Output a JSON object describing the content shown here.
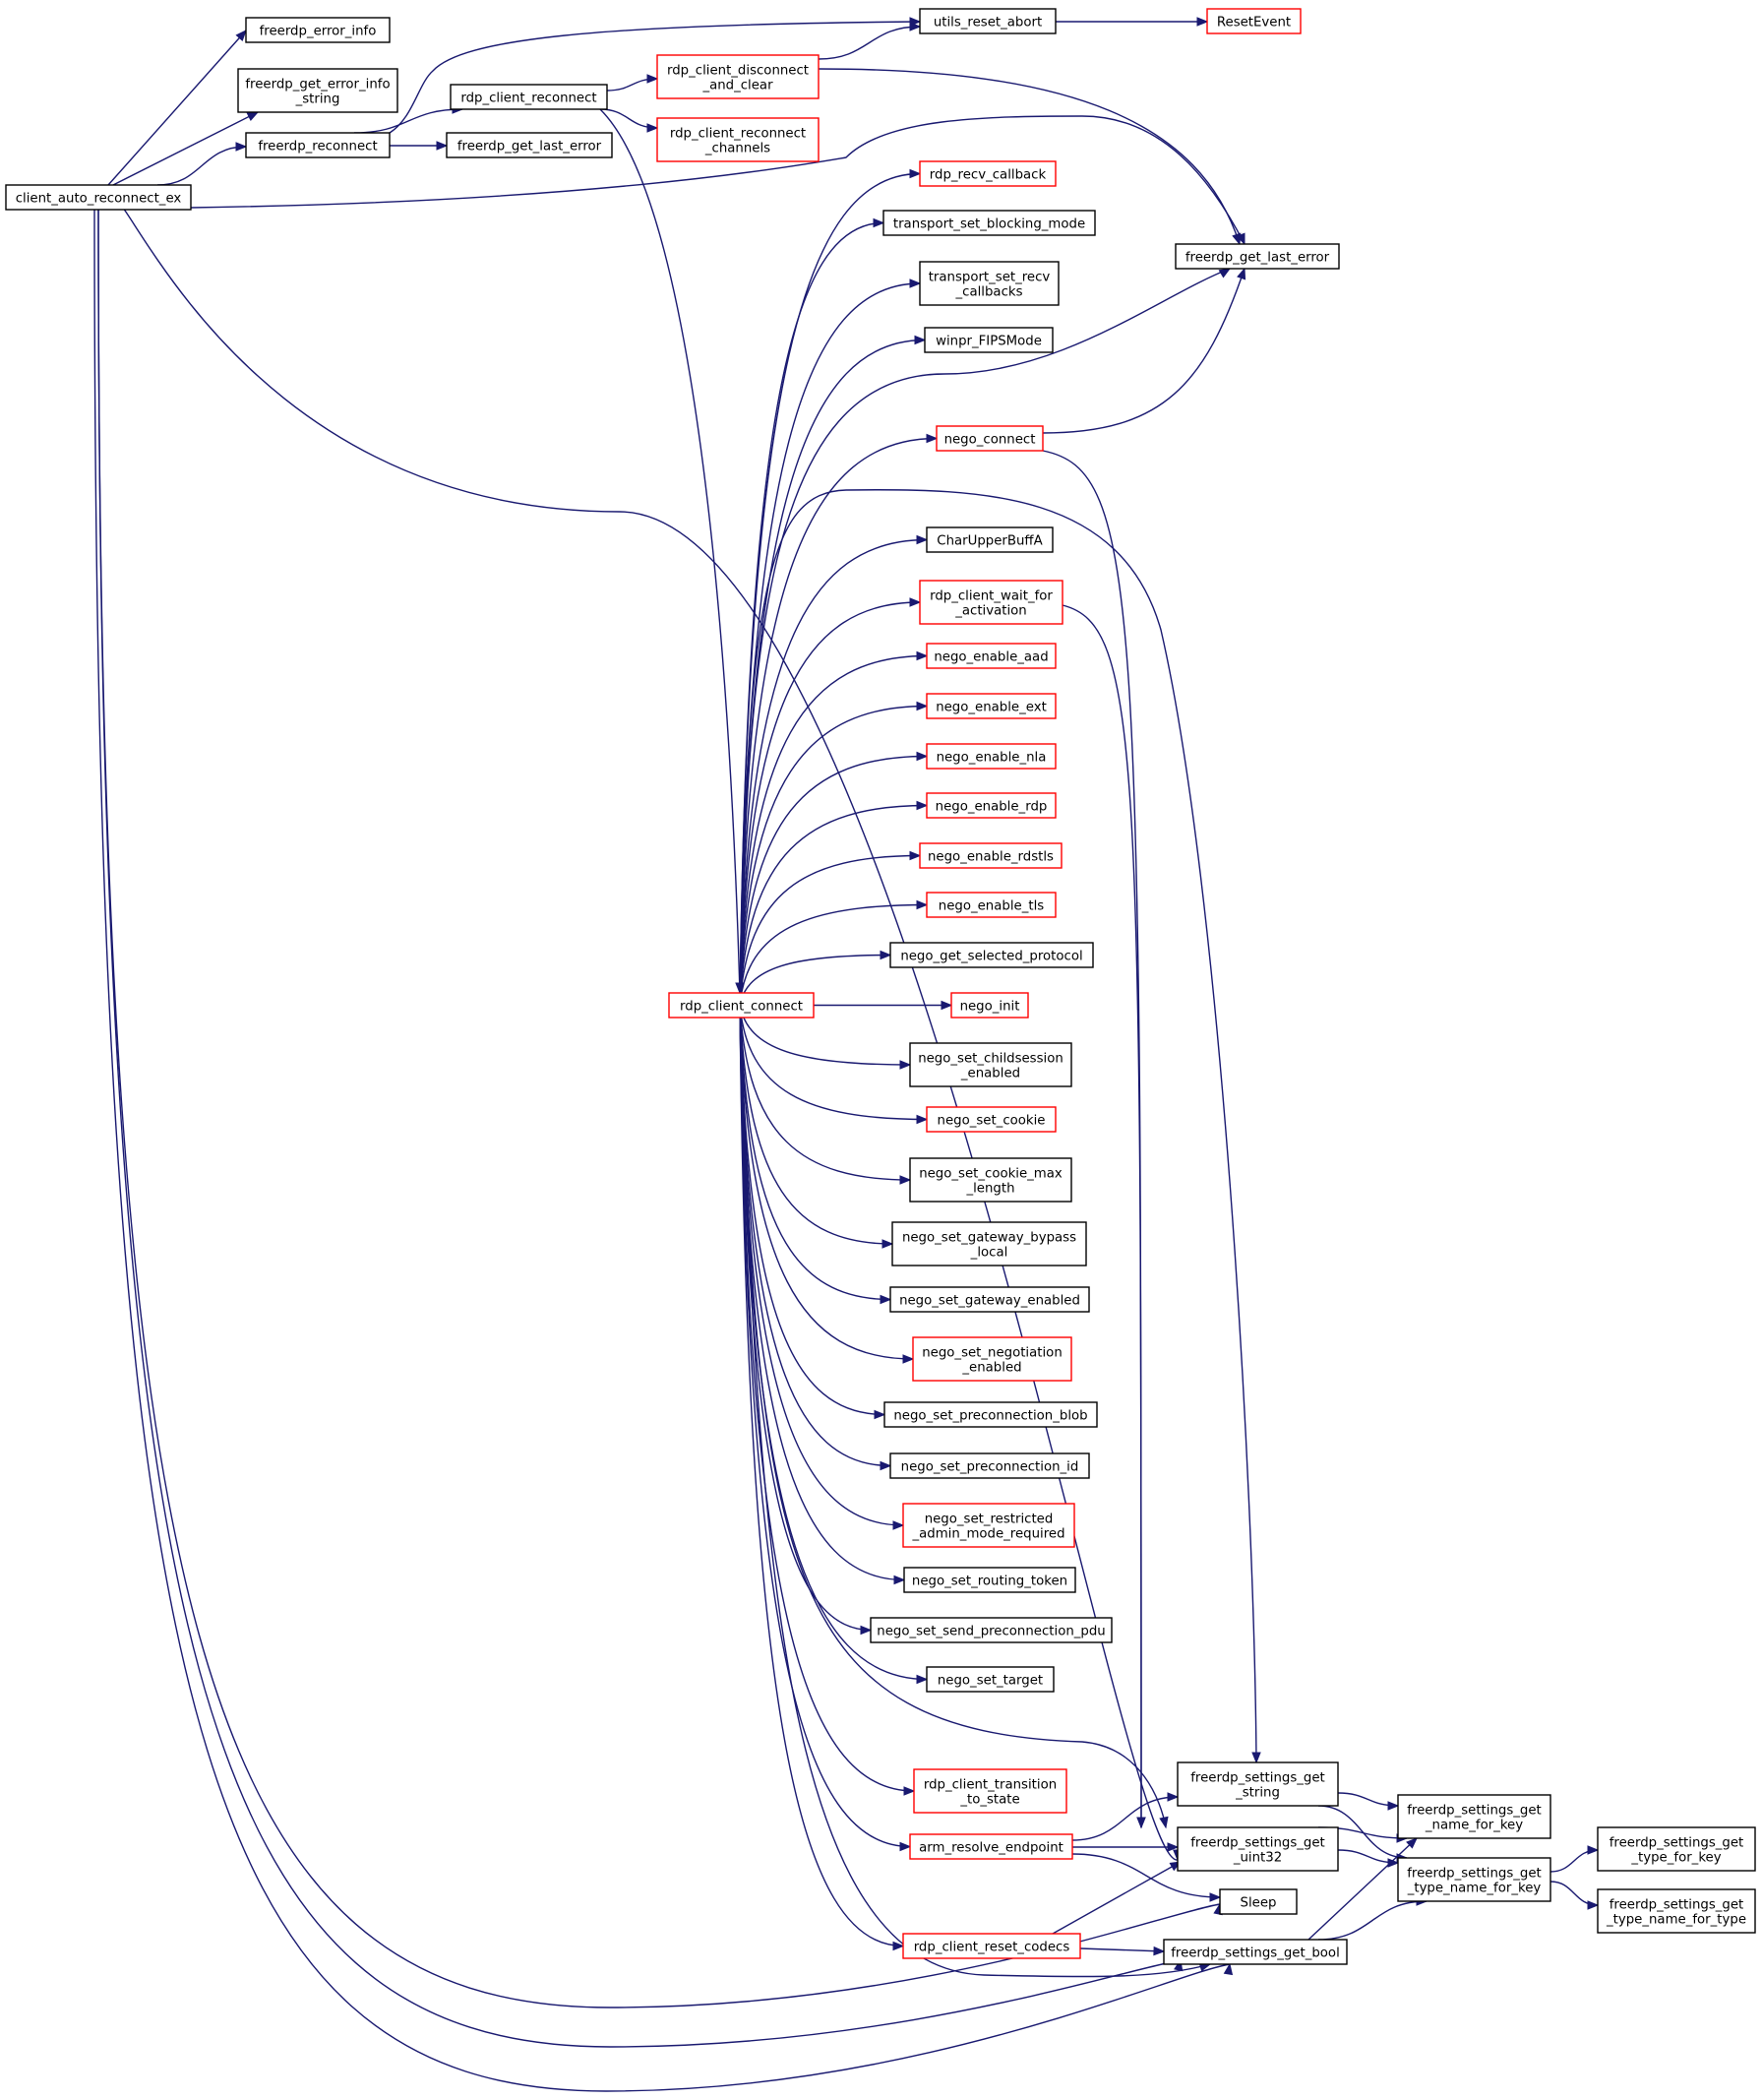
{
  "diagram": {
    "colors": {
      "edge": "#191970",
      "node_border": "#000000",
      "node_border_incomplete": "#ff0000",
      "root_fill": "#bfbfbf",
      "node_fill": "#ffffff"
    },
    "nodes": [
      {
        "id": "client_auto_reconnect_ex",
        "lines": [
          "client_auto_reconnect_ex"
        ],
        "style": "root"
      },
      {
        "id": "freerdp_error_info",
        "lines": [
          "freerdp_error_info"
        ],
        "style": "black"
      },
      {
        "id": "freerdp_get_error_info_string",
        "lines": [
          "freerdp_get_error_info",
          "_string"
        ],
        "style": "black"
      },
      {
        "id": "freerdp_reconnect",
        "lines": [
          "freerdp_reconnect"
        ],
        "style": "black"
      },
      {
        "id": "rdp_client_reconnect",
        "lines": [
          "rdp_client_reconnect"
        ],
        "style": "black"
      },
      {
        "id": "freerdp_get_last_error_1",
        "lines": [
          "freerdp_get_last_error"
        ],
        "style": "black"
      },
      {
        "id": "utils_reset_abort",
        "lines": [
          "utils_reset_abort"
        ],
        "style": "black"
      },
      {
        "id": "ResetEvent",
        "lines": [
          "ResetEvent"
        ],
        "style": "red"
      },
      {
        "id": "rdp_client_disconnect_and_clear",
        "lines": [
          "rdp_client_disconnect",
          "_and_clear"
        ],
        "style": "red"
      },
      {
        "id": "rdp_client_reconnect_channels",
        "lines": [
          "rdp_client_reconnect",
          "_channels"
        ],
        "style": "red"
      },
      {
        "id": "rdp_recv_callback",
        "lines": [
          "rdp_recv_callback"
        ],
        "style": "red"
      },
      {
        "id": "transport_set_blocking_mode",
        "lines": [
          "transport_set_blocking_mode"
        ],
        "style": "black"
      },
      {
        "id": "transport_set_recv_callbacks",
        "lines": [
          "transport_set_recv",
          "_callbacks"
        ],
        "style": "black"
      },
      {
        "id": "winpr_FIPSMode",
        "lines": [
          "winpr_FIPSMode"
        ],
        "style": "black"
      },
      {
        "id": "freerdp_get_last_error_2",
        "lines": [
          "freerdp_get_last_error"
        ],
        "style": "black"
      },
      {
        "id": "nego_connect",
        "lines": [
          "nego_connect"
        ],
        "style": "red"
      },
      {
        "id": "CharUpperBuffA",
        "lines": [
          "CharUpperBuffA"
        ],
        "style": "black"
      },
      {
        "id": "rdp_client_wait_for_activation",
        "lines": [
          "rdp_client_wait_for",
          "_activation"
        ],
        "style": "red"
      },
      {
        "id": "nego_enable_aad",
        "lines": [
          "nego_enable_aad"
        ],
        "style": "red"
      },
      {
        "id": "nego_enable_ext",
        "lines": [
          "nego_enable_ext"
        ],
        "style": "red"
      },
      {
        "id": "nego_enable_nla",
        "lines": [
          "nego_enable_nla"
        ],
        "style": "red"
      },
      {
        "id": "nego_enable_rdp",
        "lines": [
          "nego_enable_rdp"
        ],
        "style": "red"
      },
      {
        "id": "nego_enable_rdstls",
        "lines": [
          "nego_enable_rdstls"
        ],
        "style": "red"
      },
      {
        "id": "nego_enable_tls",
        "lines": [
          "nego_enable_tls"
        ],
        "style": "red"
      },
      {
        "id": "nego_get_selected_protocol",
        "lines": [
          "nego_get_selected_protocol"
        ],
        "style": "black"
      },
      {
        "id": "rdp_client_connect",
        "lines": [
          "rdp_client_connect"
        ],
        "style": "red"
      },
      {
        "id": "nego_init",
        "lines": [
          "nego_init"
        ],
        "style": "red"
      },
      {
        "id": "nego_set_childsession_enabled",
        "lines": [
          "nego_set_childsession",
          "_enabled"
        ],
        "style": "black"
      },
      {
        "id": "nego_set_cookie",
        "lines": [
          "nego_set_cookie"
        ],
        "style": "red"
      },
      {
        "id": "nego_set_cookie_max_length",
        "lines": [
          "nego_set_cookie_max",
          "_length"
        ],
        "style": "black"
      },
      {
        "id": "nego_set_gateway_bypass_local",
        "lines": [
          "nego_set_gateway_bypass",
          "_local"
        ],
        "style": "black"
      },
      {
        "id": "nego_set_gateway_enabled",
        "lines": [
          "nego_set_gateway_enabled"
        ],
        "style": "black"
      },
      {
        "id": "nego_set_negotiation_enabled",
        "lines": [
          "nego_set_negotiation",
          "_enabled"
        ],
        "style": "red"
      },
      {
        "id": "nego_set_preconnection_blob",
        "lines": [
          "nego_set_preconnection_blob"
        ],
        "style": "black"
      },
      {
        "id": "nego_set_preconnection_id",
        "lines": [
          "nego_set_preconnection_id"
        ],
        "style": "black"
      },
      {
        "id": "nego_set_restricted_admin_mode_required",
        "lines": [
          "nego_set_restricted",
          "_admin_mode_required"
        ],
        "style": "red"
      },
      {
        "id": "nego_set_routing_token",
        "lines": [
          "nego_set_routing_token"
        ],
        "style": "black"
      },
      {
        "id": "nego_set_send_preconnection_pdu",
        "lines": [
          "nego_set_send_preconnection_pdu"
        ],
        "style": "black"
      },
      {
        "id": "nego_set_target",
        "lines": [
          "nego_set_target"
        ],
        "style": "black"
      },
      {
        "id": "rdp_client_transition_to_state",
        "lines": [
          "rdp_client_transition",
          "_to_state"
        ],
        "style": "red"
      },
      {
        "id": "arm_resolve_endpoint",
        "lines": [
          "arm_resolve_endpoint"
        ],
        "style": "red"
      },
      {
        "id": "rdp_client_reset_codecs",
        "lines": [
          "rdp_client_reset_codecs"
        ],
        "style": "red"
      },
      {
        "id": "freerdp_settings_get_string",
        "lines": [
          "freerdp_settings_get",
          "_string"
        ],
        "style": "black"
      },
      {
        "id": "freerdp_settings_get_uint32",
        "lines": [
          "freerdp_settings_get",
          "_uint32"
        ],
        "style": "black"
      },
      {
        "id": "Sleep",
        "lines": [
          "Sleep"
        ],
        "style": "black"
      },
      {
        "id": "freerdp_settings_get_bool",
        "lines": [
          "freerdp_settings_get_bool"
        ],
        "style": "black"
      },
      {
        "id": "freerdp_settings_get_name_for_key",
        "lines": [
          "freerdp_settings_get",
          "_name_for_key"
        ],
        "style": "black"
      },
      {
        "id": "freerdp_settings_get_type_name_for_key",
        "lines": [
          "freerdp_settings_get",
          "_type_name_for_key"
        ],
        "style": "black"
      },
      {
        "id": "freerdp_settings_get_type_for_key",
        "lines": [
          "freerdp_settings_get",
          "_type_for_key"
        ],
        "style": "black"
      },
      {
        "id": "freerdp_settings_get_type_name_for_type",
        "lines": [
          "freerdp_settings_get",
          "_type_name_for_type"
        ],
        "style": "black"
      }
    ],
    "edges": [
      [
        "client_auto_reconnect_ex",
        "freerdp_error_info"
      ],
      [
        "client_auto_reconnect_ex",
        "freerdp_get_error_info_string"
      ],
      [
        "client_auto_reconnect_ex",
        "freerdp_reconnect"
      ],
      [
        "client_auto_reconnect_ex",
        "freerdp_get_last_error_2"
      ],
      [
        "client_auto_reconnect_ex",
        "freerdp_settings_get_uint32"
      ],
      [
        "client_auto_reconnect_ex",
        "Sleep"
      ],
      [
        "client_auto_reconnect_ex",
        "freerdp_settings_get_bool"
      ],
      [
        "client_auto_reconnect_ex",
        "freerdp_settings_get_bool"
      ],
      [
        "freerdp_reconnect",
        "rdp_client_reconnect"
      ],
      [
        "freerdp_reconnect",
        "freerdp_get_last_error_1"
      ],
      [
        "freerdp_reconnect",
        "utils_reset_abort"
      ],
      [
        "utils_reset_abort",
        "ResetEvent"
      ],
      [
        "rdp_client_reconnect",
        "rdp_client_disconnect_and_clear"
      ],
      [
        "rdp_client_reconnect",
        "rdp_client_reconnect_channels"
      ],
      [
        "rdp_client_reconnect",
        "rdp_client_connect"
      ],
      [
        "rdp_client_disconnect_and_clear",
        "utils_reset_abort"
      ],
      [
        "rdp_client_disconnect_and_clear",
        "freerdp_get_last_error_2"
      ],
      [
        "rdp_client_connect",
        "rdp_recv_callback"
      ],
      [
        "rdp_client_connect",
        "transport_set_blocking_mode"
      ],
      [
        "rdp_client_connect",
        "transport_set_recv_callbacks"
      ],
      [
        "rdp_client_connect",
        "winpr_FIPSMode"
      ],
      [
        "rdp_client_connect",
        "freerdp_get_last_error_2"
      ],
      [
        "rdp_client_connect",
        "nego_connect"
      ],
      [
        "rdp_client_connect",
        "freerdp_settings_get_string"
      ],
      [
        "rdp_client_connect",
        "CharUpperBuffA"
      ],
      [
        "rdp_client_connect",
        "rdp_client_wait_for_activation"
      ],
      [
        "rdp_client_connect",
        "nego_enable_aad"
      ],
      [
        "rdp_client_connect",
        "nego_enable_ext"
      ],
      [
        "rdp_client_connect",
        "nego_enable_nla"
      ],
      [
        "rdp_client_connect",
        "nego_enable_rdp"
      ],
      [
        "rdp_client_connect",
        "nego_enable_rdstls"
      ],
      [
        "rdp_client_connect",
        "nego_enable_tls"
      ],
      [
        "rdp_client_connect",
        "nego_get_selected_protocol"
      ],
      [
        "rdp_client_connect",
        "nego_init"
      ],
      [
        "rdp_client_connect",
        "nego_set_childsession_enabled"
      ],
      [
        "rdp_client_connect",
        "nego_set_cookie"
      ],
      [
        "rdp_client_connect",
        "nego_set_cookie_max_length"
      ],
      [
        "rdp_client_connect",
        "nego_set_gateway_bypass_local"
      ],
      [
        "rdp_client_connect",
        "nego_set_gateway_enabled"
      ],
      [
        "rdp_client_connect",
        "nego_set_negotiation_enabled"
      ],
      [
        "rdp_client_connect",
        "nego_set_preconnection_blob"
      ],
      [
        "rdp_client_connect",
        "nego_set_preconnection_id"
      ],
      [
        "rdp_client_connect",
        "nego_set_restricted_admin_mode_required"
      ],
      [
        "rdp_client_connect",
        "nego_set_routing_token"
      ],
      [
        "rdp_client_connect",
        "nego_set_send_preconnection_pdu"
      ],
      [
        "rdp_client_connect",
        "nego_set_target"
      ],
      [
        "rdp_client_connect",
        "freerdp_settings_get_uint32"
      ],
      [
        "rdp_client_connect",
        "rdp_client_transition_to_state"
      ],
      [
        "rdp_client_connect",
        "arm_resolve_endpoint"
      ],
      [
        "rdp_client_connect",
        "rdp_client_reset_codecs"
      ],
      [
        "rdp_client_connect",
        "freerdp_settings_get_bool"
      ],
      [
        "nego_connect",
        "freerdp_get_last_error_2"
      ],
      [
        "nego_connect",
        "freerdp_settings_get_uint32"
      ],
      [
        "rdp_client_wait_for_activation",
        "freerdp_settings_get_uint32"
      ],
      [
        "arm_resolve_endpoint",
        "freerdp_settings_get_string"
      ],
      [
        "arm_resolve_endpoint",
        "freerdp_settings_get_uint32"
      ],
      [
        "arm_resolve_endpoint",
        "Sleep"
      ],
      [
        "rdp_client_reset_codecs",
        "freerdp_settings_get_uint32"
      ],
      [
        "rdp_client_reset_codecs",
        "freerdp_settings_get_bool"
      ],
      [
        "freerdp_settings_get_string",
        "freerdp_settings_get_name_for_key"
      ],
      [
        "freerdp_settings_get_string",
        "freerdp_settings_get_type_name_for_key"
      ],
      [
        "freerdp_settings_get_uint32",
        "freerdp_settings_get_name_for_key"
      ],
      [
        "freerdp_settings_get_uint32",
        "freerdp_settings_get_type_name_for_key"
      ],
      [
        "freerdp_settings_get_bool",
        "freerdp_settings_get_name_for_key"
      ],
      [
        "freerdp_settings_get_bool",
        "freerdp_settings_get_type_name_for_key"
      ],
      [
        "freerdp_settings_get_type_name_for_key",
        "freerdp_settings_get_type_for_key"
      ],
      [
        "freerdp_settings_get_type_name_for_key",
        "freerdp_settings_get_type_name_for_type"
      ]
    ]
  }
}
